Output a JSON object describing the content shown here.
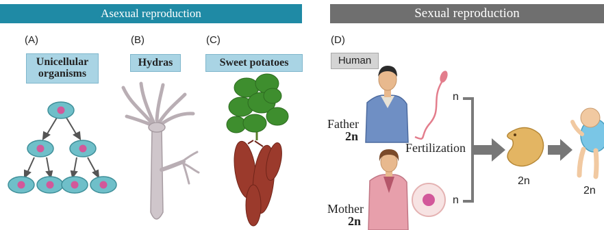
{
  "headers": {
    "asexual": "Asexual reproduction",
    "sexual": "Sexual reproduction"
  },
  "panels": {
    "a": {
      "letter": "(A)",
      "label": "Unicellular organisms"
    },
    "b": {
      "letter": "(B)",
      "label": "Hydras"
    },
    "c": {
      "letter": "(C)",
      "label": "Sweet potatoes"
    },
    "d": {
      "letter": "(D)",
      "label": "Human"
    }
  },
  "sexual_diagram": {
    "father": "Father",
    "father_ploidy": "2n",
    "mother": "Mother",
    "mother_ploidy": "2n",
    "sperm_ploidy": "n",
    "egg_ploidy": "n",
    "fertilization": "Fertilization",
    "embryo_ploidy": "2n",
    "baby_ploidy": "2n"
  },
  "colors": {
    "asexual_banner": "#1f8aa5",
    "sexual_banner": "#6f6f6f",
    "label_box": "#a9d4e4",
    "arrow": "#666666"
  }
}
